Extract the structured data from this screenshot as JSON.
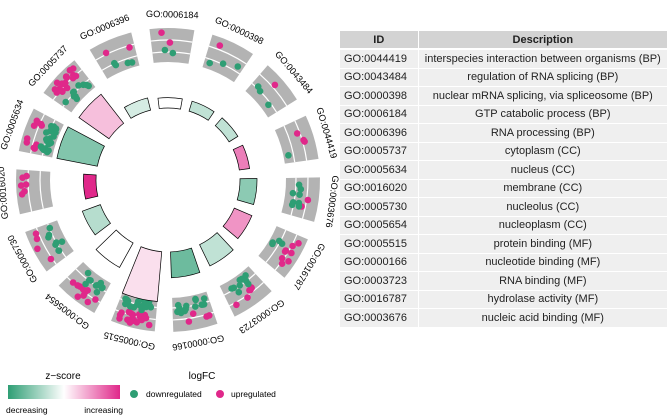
{
  "chart_data": {
    "type": "circular-go-plot",
    "terms": [
      {
        "id": "GO:0044419",
        "zscore": 0.6,
        "up": 3,
        "down": 1
      },
      {
        "id": "GO:0043484",
        "zscore": -0.3,
        "up": 1,
        "down": 3
      },
      {
        "id": "GO:0000398",
        "zscore": -0.3,
        "up": 1,
        "down": 3
      },
      {
        "id": "GO:0006184",
        "zscore": 0,
        "up": 2,
        "down": 2
      },
      {
        "id": "GO:0006396",
        "zscore": -0.2,
        "up": 2,
        "down": 4
      },
      {
        "id": "GO:0005737",
        "zscore": 0.3,
        "up": 18,
        "down": 10
      },
      {
        "id": "GO:0005634",
        "zscore": -0.6,
        "up": 10,
        "down": 22
      },
      {
        "id": "GO:0016020",
        "zscore": 1,
        "up": 6,
        "down": 0
      },
      {
        "id": "GO:0005730",
        "zscore": -0.35,
        "up": 4,
        "down": 8
      },
      {
        "id": "GO:0005654",
        "zscore": 0,
        "up": 10,
        "down": 10
      },
      {
        "id": "GO:0005515",
        "zscore": 0.15,
        "up": 22,
        "down": 18
      },
      {
        "id": "GO:0000166",
        "zscore": -0.7,
        "up": 4,
        "down": 14
      },
      {
        "id": "GO:0003723",
        "zscore": -0.3,
        "up": 6,
        "down": 10
      },
      {
        "id": "GO:0016787",
        "zscore": 0.5,
        "up": 8,
        "down": 4
      },
      {
        "id": "GO:0003676",
        "zscore": -0.55,
        "up": 2,
        "down": 8
      }
    ],
    "legend": {
      "zscore_title": "z−score",
      "zscore_low": "decreasing",
      "zscore_high": "increasing",
      "logfc_title": "logFC",
      "down_label": "downregulated",
      "up_label": "upregulated"
    },
    "colors": {
      "down": "#2e9e74",
      "up": "#e0288a",
      "neutral": "#ffffff",
      "track": "#b3b3b3"
    }
  },
  "table": {
    "headers": [
      "ID",
      "Description"
    ],
    "rows": [
      [
        "GO:0044419",
        "interspecies interaction between organisms (BP)"
      ],
      [
        "GO:0043484",
        "regulation of RNA splicing (BP)"
      ],
      [
        "GO:0000398",
        "nuclear mRNA splicing, via spliceosome (BP)"
      ],
      [
        "GO:0006184",
        "GTP catabolic process (BP)"
      ],
      [
        "GO:0006396",
        "RNA processing (BP)"
      ],
      [
        "GO:0005737",
        "cytoplasm (CC)"
      ],
      [
        "GO:0005634",
        "nucleus (CC)"
      ],
      [
        "GO:0016020",
        "membrane (CC)"
      ],
      [
        "GO:0005730",
        "nucleolus (CC)"
      ],
      [
        "GO:0005654",
        "nucleoplasm (CC)"
      ],
      [
        "GO:0005515",
        "protein binding (MF)"
      ],
      [
        "GO:0000166",
        "nucleotide binding (MF)"
      ],
      [
        "GO:0003723",
        "RNA binding (MF)"
      ],
      [
        "GO:0016787",
        "hydrolase activity (MF)"
      ],
      [
        "GO:0003676",
        "nucleic acid binding (MF)"
      ]
    ]
  }
}
